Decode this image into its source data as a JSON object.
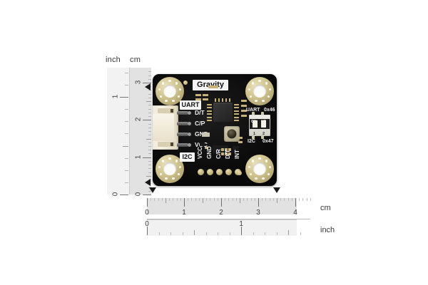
{
  "image": {
    "subject": "Gravity PCB sensor module with measurement rulers",
    "background_color": "#ffffff"
  },
  "vertical_ruler": {
    "name": "vertical-ruler",
    "unit_labels": {
      "inch": "inch",
      "cm": "cm"
    },
    "inch_scale": {
      "unit": "inch",
      "numbers": [
        "0",
        "1"
      ],
      "max": 1.3
    },
    "cm_scale": {
      "unit": "cm",
      "numbers": [
        "0",
        "1",
        "2",
        "3"
      ],
      "max": 3.4
    }
  },
  "horizontal_ruler": {
    "name": "horizontal-ruler",
    "unit_labels": {
      "cm": "cm",
      "inch": "inch"
    },
    "cm_scale": {
      "unit": "cm",
      "numbers": [
        "0",
        "1",
        "2",
        "3",
        "4"
      ],
      "max": 4.4
    },
    "inch_scale": {
      "unit": "inch",
      "numbers": [
        "0",
        "1"
      ],
      "max": 1.7
    },
    "measured_span_cm": "3.3"
  },
  "markers": {
    "top_left": "marker-triangle",
    "bottom_left": "marker-triangle",
    "board_start": "marker-triangle",
    "board_end": "marker-triangle"
  },
  "board": {
    "name": "gravity-sensor-board",
    "brand_label": "Gravity",
    "silkscreen": {
      "uart_box": "UART",
      "i2c_box": "I2C",
      "dip_top_left": "UART",
      "dip_top_right": "0x46",
      "dip_bottom_left": "I2C",
      "dip_bottom_right": "0x47"
    },
    "uart_pins": [
      "D/T",
      "C/R",
      "GND",
      "VCC"
    ],
    "i2c_pins": [
      "VCC",
      "GND",
      "C/R",
      "D/T",
      "INT"
    ],
    "dip_switch": {
      "name": "dip-switch",
      "on_label": "ON",
      "ke_label": "KE",
      "positions": [
        "1",
        "2"
      ]
    },
    "colors": {
      "pcb": "#0d0d0d",
      "pad_gold": "#cfc28d",
      "silkscreen": "#f0f0f0",
      "connector": "#f2ecda"
    }
  }
}
